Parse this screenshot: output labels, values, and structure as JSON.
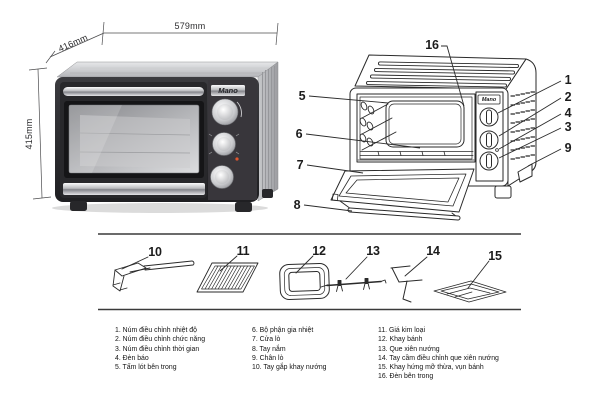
{
  "product": {
    "brand": "Mano",
    "dimensions": {
      "width": "579mm",
      "depth": "416mm",
      "height": "415mm"
    }
  },
  "callouts": {
    "n1": "1",
    "n2": "2",
    "n3": "3",
    "n4": "4",
    "n5": "5",
    "n6": "6",
    "n7": "7",
    "n8": "8",
    "n9": "9",
    "n10": "10",
    "n11": "11",
    "n12": "12",
    "n13": "13",
    "n14": "14",
    "n15": "15",
    "n16": "16"
  },
  "legend": {
    "col1": [
      "1. Núm điều chỉnh nhiệt độ",
      "2. Núm điều chỉnh chức năng",
      "3. Núm điều chỉnh thời gian",
      "4. Đèn báo",
      "5. Tấm lót bên trong"
    ],
    "col2": [
      "6. Bộ phận gia nhiệt",
      "7. Cửa lò",
      "8. Tay nắm",
      "9. Chân lò",
      "10. Tay gắp khay nướng"
    ],
    "col3": [
      "11. Giá kim loại",
      "12. Khay bánh",
      "13. Que xiên nướng",
      "14. Tay cầm điều chỉnh que xiên nướng",
      "15. Khay hứng mỡ thừa, vụn bánh",
      "16. Đèn bên trong"
    ]
  },
  "colors": {
    "line": "#2a2a2a",
    "indicator_dot": "#e0562e",
    "divider": "#3a3a3a"
  }
}
